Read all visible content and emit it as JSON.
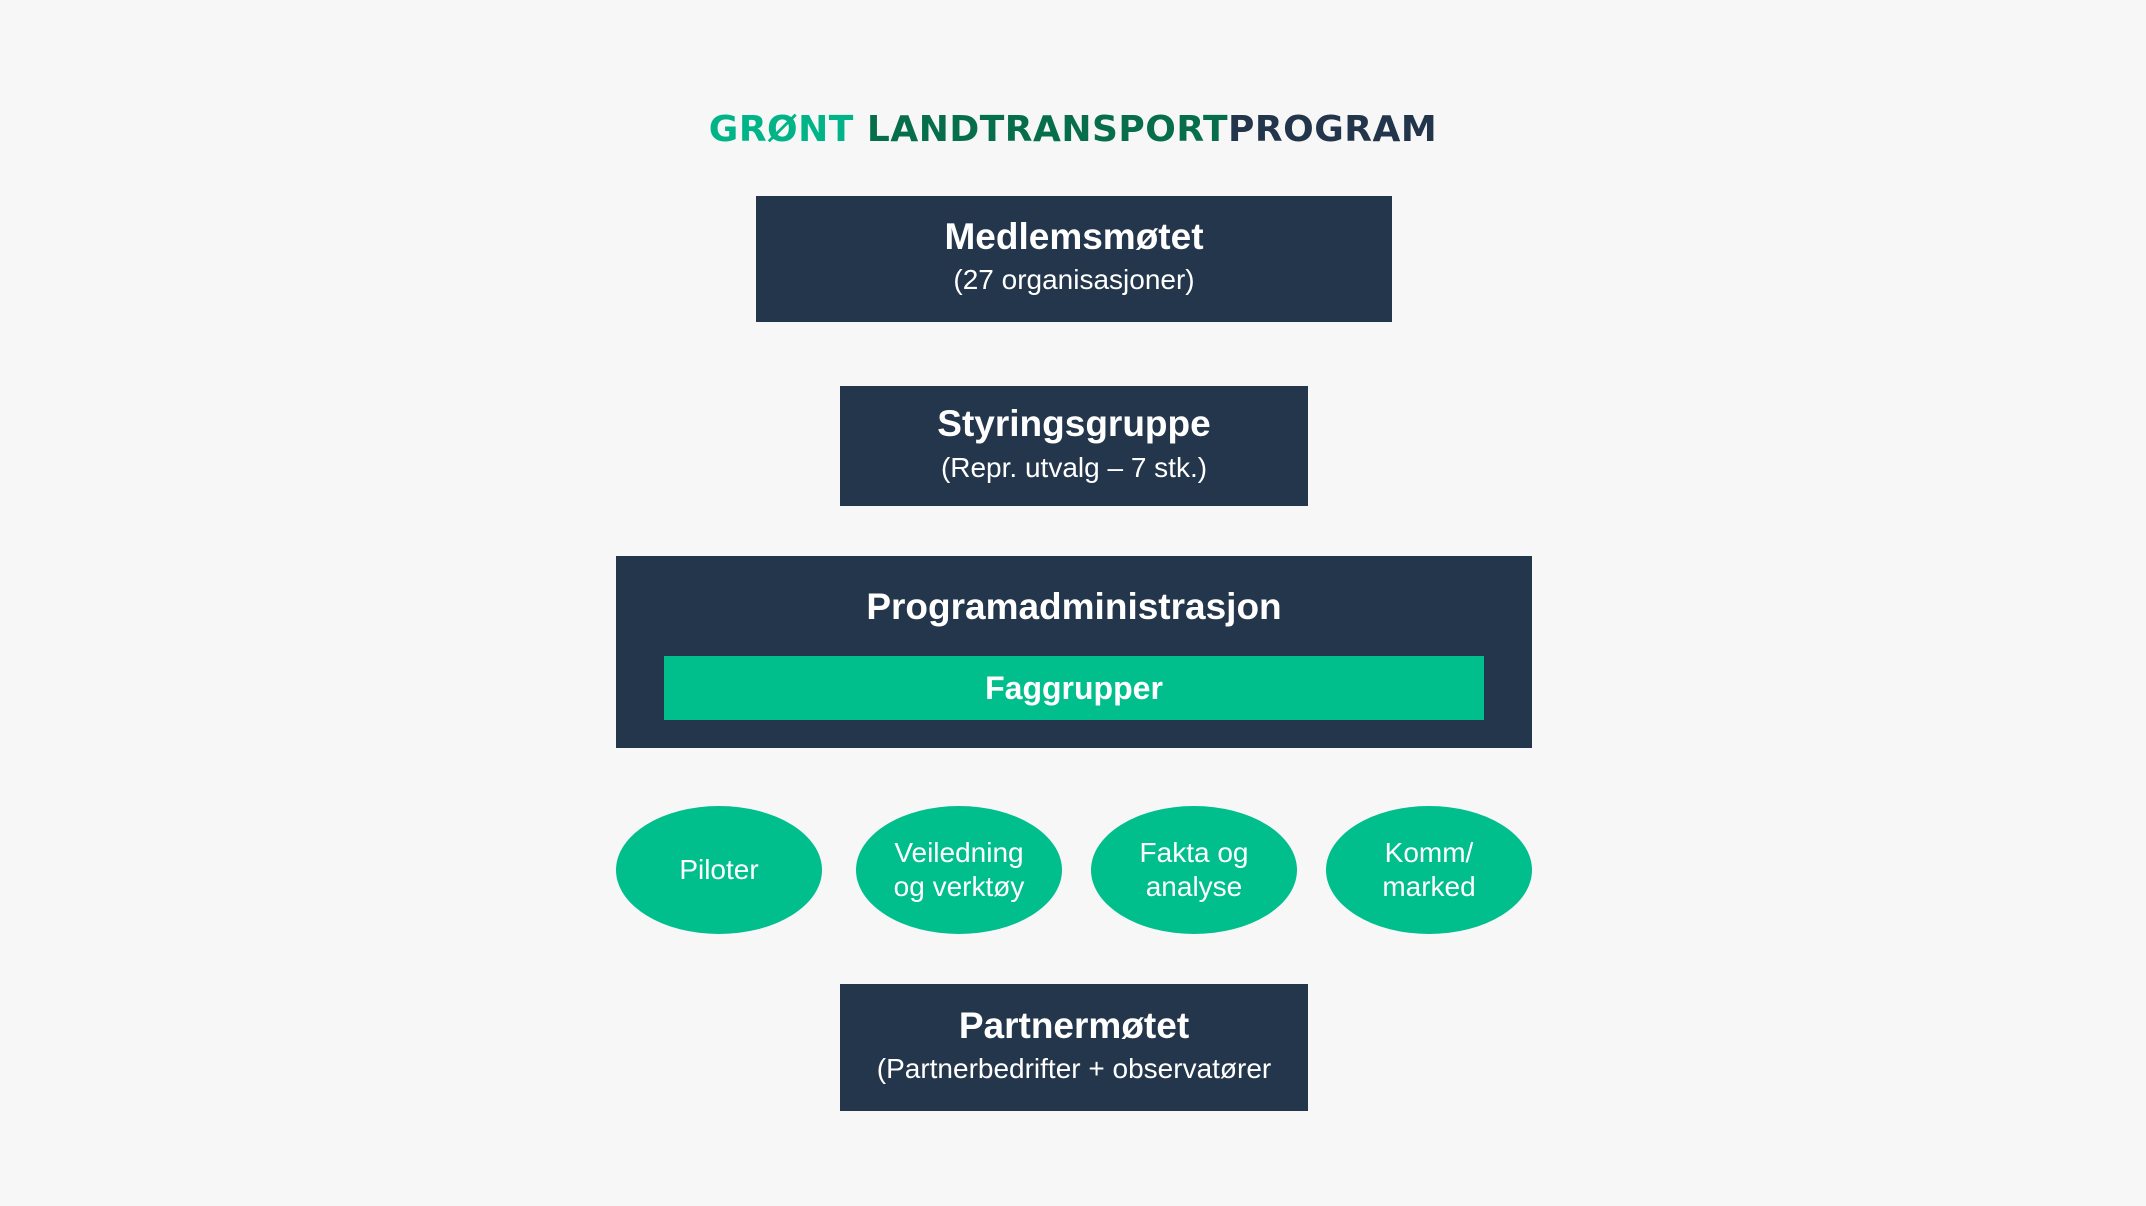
{
  "logo": {
    "part1": "GRØNT",
    "part2": "LANDTRANSPORT",
    "part3": "PROGRAM"
  },
  "colors": {
    "navy": "#24364b",
    "green": "#00bf8c",
    "logo_green_light": "#00b488",
    "logo_green_dark": "#066e4b",
    "background": "#f7f7f7"
  },
  "boxes": {
    "medlemsmotet": {
      "title": "Medlemsmøtet",
      "subtitle": "(27 organisasjoner)"
    },
    "styringsgruppe": {
      "title": "Styringsgruppe",
      "subtitle": "(Repr. utvalg – 7 stk.)"
    },
    "programadministrasjon": {
      "title": "Programadministrasjon",
      "faggrupper": "Faggrupper"
    },
    "partnermotet": {
      "title": "Partnermøtet",
      "subtitle": "(Partnerbedrifter + observatører"
    }
  },
  "groups": [
    {
      "label": "Piloter"
    },
    {
      "label": "Veiledning\nog verktøy"
    },
    {
      "label": "Fakta og\nanalyse"
    },
    {
      "label": "Komm/\nmarked"
    }
  ]
}
